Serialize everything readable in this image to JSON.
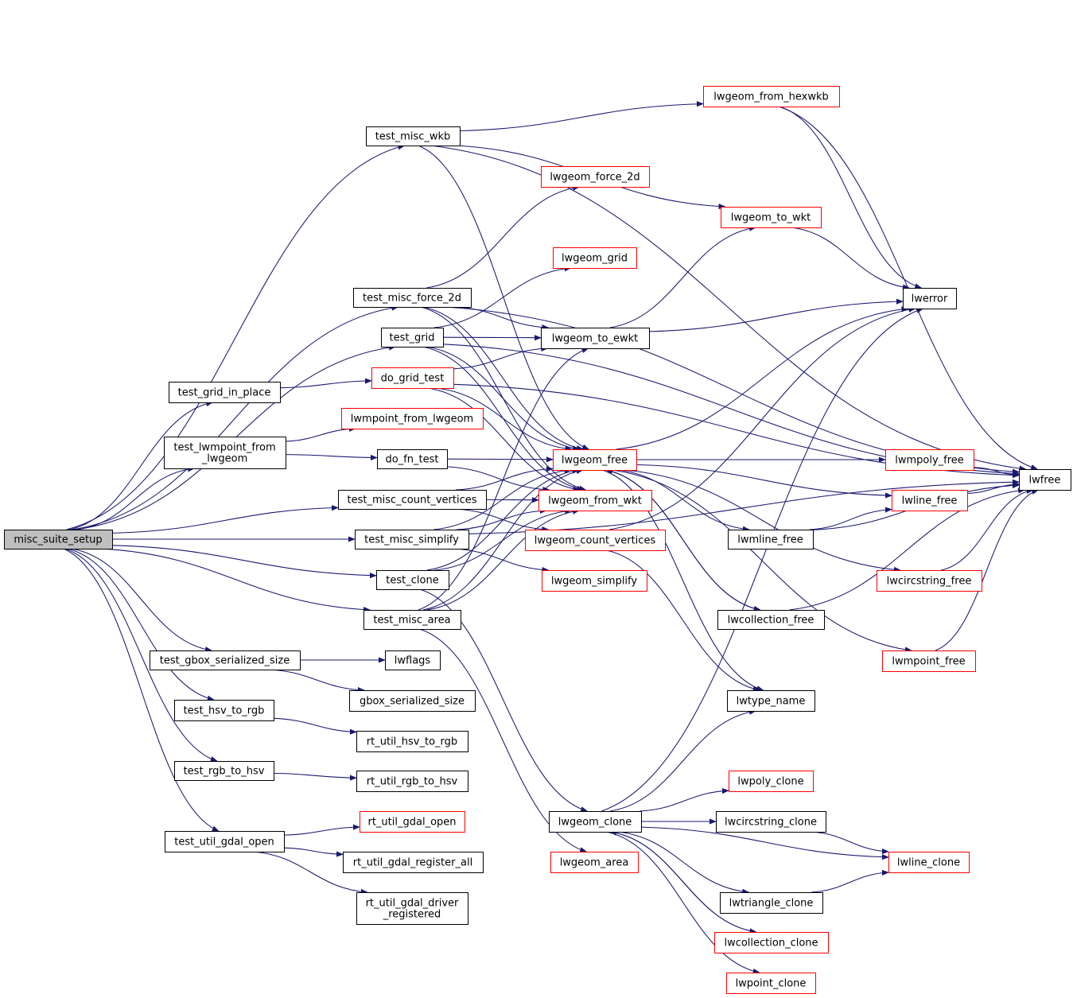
{
  "colors": {
    "edge": "#191970",
    "node_border": "#000000",
    "node_truncated_border": "#ff0000",
    "root_fill": "#bfbfbf",
    "node_fill": "#ffffff"
  },
  "nodes": {
    "misc_suite_setup": {
      "lines": [
        "misc_suite_setup"
      ],
      "style": "root"
    },
    "test_misc_wkb": {
      "lines": [
        "test_misc_wkb"
      ],
      "style": "normal"
    },
    "test_misc_force_2d": {
      "lines": [
        "test_misc_force_2d"
      ],
      "style": "normal"
    },
    "test_grid": {
      "lines": [
        "test_grid"
      ],
      "style": "normal"
    },
    "test_grid_in_place": {
      "lines": [
        "test_grid_in_place"
      ],
      "style": "normal"
    },
    "test_lwmpoint_from_lwgeom": {
      "lines": [
        "test_lwmpoint_from",
        "_lwgeom"
      ],
      "style": "normal"
    },
    "test_misc_count_vertices": {
      "lines": [
        "test_misc_count_vertices"
      ],
      "style": "normal"
    },
    "test_misc_simplify": {
      "lines": [
        "test_misc_simplify"
      ],
      "style": "normal"
    },
    "test_clone": {
      "lines": [
        "test_clone"
      ],
      "style": "normal"
    },
    "test_misc_area": {
      "lines": [
        "test_misc_area"
      ],
      "style": "normal"
    },
    "test_gbox_serialized_size": {
      "lines": [
        "test_gbox_serialized_size"
      ],
      "style": "normal"
    },
    "test_hsv_to_rgb": {
      "lines": [
        "test_hsv_to_rgb"
      ],
      "style": "normal"
    },
    "test_rgb_to_hsv": {
      "lines": [
        "test_rgb_to_hsv"
      ],
      "style": "normal"
    },
    "test_util_gdal_open": {
      "lines": [
        "test_util_gdal_open"
      ],
      "style": "normal"
    },
    "lwgeom_force_2d": {
      "lines": [
        "lwgeom_force_2d"
      ],
      "style": "truncated"
    },
    "lwgeom_grid": {
      "lines": [
        "lwgeom_grid"
      ],
      "style": "truncated"
    },
    "do_grid_test": {
      "lines": [
        "do_grid_test"
      ],
      "style": "truncated"
    },
    "lwmpoint_from_lwgeom": {
      "lines": [
        "lwmpoint_from_lwgeom"
      ],
      "style": "truncated"
    },
    "do_fn_test": {
      "lines": [
        "do_fn_test"
      ],
      "style": "normal"
    },
    "lwflags": {
      "lines": [
        "lwflags"
      ],
      "style": "normal"
    },
    "gbox_serialized_size": {
      "lines": [
        "gbox_serialized_size"
      ],
      "style": "normal"
    },
    "rt_util_hsv_to_rgb": {
      "lines": [
        "rt_util_hsv_to_rgb"
      ],
      "style": "normal"
    },
    "rt_util_rgb_to_hsv": {
      "lines": [
        "rt_util_rgb_to_hsv"
      ],
      "style": "normal"
    },
    "rt_util_gdal_open": {
      "lines": [
        "rt_util_gdal_open"
      ],
      "style": "truncated"
    },
    "rt_util_gdal_register_all": {
      "lines": [
        "rt_util_gdal_register_all"
      ],
      "style": "normal"
    },
    "rt_util_gdal_driver_registered": {
      "lines": [
        "rt_util_gdal_driver",
        "_registered"
      ],
      "style": "normal"
    },
    "lwgeom_to_ewkt": {
      "lines": [
        "lwgeom_to_ewkt"
      ],
      "style": "normal"
    },
    "lwgeom_free": {
      "lines": [
        "lwgeom_free"
      ],
      "style": "truncated"
    },
    "lwgeom_from_wkt": {
      "lines": [
        "lwgeom_from_wkt"
      ],
      "style": "truncated"
    },
    "lwgeom_count_vertices": {
      "lines": [
        "lwgeom_count_vertices"
      ],
      "style": "truncated"
    },
    "lwgeom_simplify": {
      "lines": [
        "lwgeom_simplify"
      ],
      "style": "truncated"
    },
    "lwgeom_clone": {
      "lines": [
        "lwgeom_clone"
      ],
      "style": "normal"
    },
    "lwgeom_area": {
      "lines": [
        "lwgeom_area"
      ],
      "style": "truncated"
    },
    "lwgeom_from_hexwkb": {
      "lines": [
        "lwgeom_from_hexwkb"
      ],
      "style": "truncated"
    },
    "lwgeom_to_wkt": {
      "lines": [
        "lwgeom_to_wkt"
      ],
      "style": "truncated"
    },
    "lwerror": {
      "lines": [
        "lwerror"
      ],
      "style": "normal"
    },
    "lwmline_free": {
      "lines": [
        "lwmline_free"
      ],
      "style": "normal"
    },
    "lwcollection_free": {
      "lines": [
        "lwcollection_free"
      ],
      "style": "normal"
    },
    "lwtype_name": {
      "lines": [
        "lwtype_name"
      ],
      "style": "normal"
    },
    "lwpoly_clone": {
      "lines": [
        "lwpoly_clone"
      ],
      "style": "truncated"
    },
    "lwcircstring_clone": {
      "lines": [
        "lwcircstring_clone"
      ],
      "style": "normal"
    },
    "lwtriangle_clone": {
      "lines": [
        "lwtriangle_clone"
      ],
      "style": "normal"
    },
    "lwcollection_clone": {
      "lines": [
        "lwcollection_clone"
      ],
      "style": "truncated"
    },
    "lwpoint_clone": {
      "lines": [
        "lwpoint_clone"
      ],
      "style": "truncated"
    },
    "lwmpoly_free": {
      "lines": [
        "lwmpoly_free"
      ],
      "style": "truncated"
    },
    "lwline_free": {
      "lines": [
        "lwline_free"
      ],
      "style": "truncated"
    },
    "lwcircstring_free": {
      "lines": [
        "lwcircstring_free"
      ],
      "style": "truncated"
    },
    "lwmpoint_free": {
      "lines": [
        "lwmpoint_free"
      ],
      "style": "truncated"
    },
    "lwline_clone": {
      "lines": [
        "lwline_clone"
      ],
      "style": "truncated"
    },
    "lwfree": {
      "lines": [
        "lwfree"
      ],
      "style": "normal"
    }
  },
  "edges": [
    [
      "misc_suite_setup",
      "test_misc_wkb"
    ],
    [
      "misc_suite_setup",
      "test_misc_force_2d"
    ],
    [
      "misc_suite_setup",
      "test_grid"
    ],
    [
      "misc_suite_setup",
      "test_grid_in_place"
    ],
    [
      "misc_suite_setup",
      "test_lwmpoint_from_lwgeom"
    ],
    [
      "misc_suite_setup",
      "test_misc_count_vertices"
    ],
    [
      "misc_suite_setup",
      "test_misc_simplify"
    ],
    [
      "misc_suite_setup",
      "test_clone"
    ],
    [
      "misc_suite_setup",
      "test_misc_area"
    ],
    [
      "misc_suite_setup",
      "test_gbox_serialized_size"
    ],
    [
      "misc_suite_setup",
      "test_hsv_to_rgb"
    ],
    [
      "misc_suite_setup",
      "test_rgb_to_hsv"
    ],
    [
      "misc_suite_setup",
      "test_util_gdal_open"
    ],
    [
      "test_misc_wkb",
      "lwgeom_from_hexwkb"
    ],
    [
      "test_misc_wkb",
      "lwgeom_to_wkt"
    ],
    [
      "test_misc_wkb",
      "lwgeom_free"
    ],
    [
      "test_misc_wkb",
      "lwfree"
    ],
    [
      "test_misc_force_2d",
      "lwgeom_force_2d"
    ],
    [
      "test_misc_force_2d",
      "lwgeom_to_ewkt"
    ],
    [
      "test_misc_force_2d",
      "lwgeom_free"
    ],
    [
      "test_misc_force_2d",
      "lwgeom_from_wkt"
    ],
    [
      "test_misc_force_2d",
      "lwfree"
    ],
    [
      "test_grid",
      "lwgeom_grid"
    ],
    [
      "test_grid",
      "lwgeom_to_ewkt"
    ],
    [
      "test_grid",
      "lwgeom_free"
    ],
    [
      "test_grid",
      "lwgeom_from_wkt"
    ],
    [
      "test_grid",
      "lwfree"
    ],
    [
      "test_grid_in_place",
      "do_grid_test"
    ],
    [
      "do_grid_test",
      "lwgeom_to_ewkt"
    ],
    [
      "do_grid_test",
      "lwgeom_free"
    ],
    [
      "do_grid_test",
      "lwgeom_from_wkt"
    ],
    [
      "do_grid_test",
      "lwfree"
    ],
    [
      "test_lwmpoint_from_lwgeom",
      "lwmpoint_from_lwgeom"
    ],
    [
      "test_lwmpoint_from_lwgeom",
      "do_fn_test"
    ],
    [
      "do_fn_test",
      "lwgeom_free"
    ],
    [
      "do_fn_test",
      "lwgeom_from_wkt"
    ],
    [
      "test_misc_count_vertices",
      "lwgeom_free"
    ],
    [
      "test_misc_count_vertices",
      "lwgeom_from_wkt"
    ],
    [
      "test_misc_count_vertices",
      "lwgeom_count_vertices"
    ],
    [
      "test_misc_simplify",
      "lwgeom_free"
    ],
    [
      "test_misc_simplify",
      "lwgeom_from_wkt"
    ],
    [
      "test_misc_simplify",
      "lwgeom_simplify"
    ],
    [
      "test_misc_simplify",
      "lwfree"
    ],
    [
      "test_clone",
      "lwgeom_clone"
    ],
    [
      "test_clone",
      "lwgeom_free"
    ],
    [
      "test_clone",
      "lwgeom_from_wkt"
    ],
    [
      "test_misc_area",
      "lwgeom_area"
    ],
    [
      "test_misc_area",
      "lwgeom_free"
    ],
    [
      "test_misc_area",
      "lwgeom_from_wkt"
    ],
    [
      "test_misc_area",
      "lwgeom_to_ewkt"
    ],
    [
      "test_gbox_serialized_size",
      "lwflags"
    ],
    [
      "test_gbox_serialized_size",
      "gbox_serialized_size"
    ],
    [
      "test_hsv_to_rgb",
      "rt_util_hsv_to_rgb"
    ],
    [
      "test_rgb_to_hsv",
      "rt_util_rgb_to_hsv"
    ],
    [
      "test_util_gdal_open",
      "rt_util_gdal_open"
    ],
    [
      "test_util_gdal_open",
      "rt_util_gdal_register_all"
    ],
    [
      "test_util_gdal_open",
      "rt_util_gdal_driver_registered"
    ],
    [
      "lwgeom_to_ewkt",
      "lwgeom_to_wkt"
    ],
    [
      "lwgeom_to_ewkt",
      "lwerror"
    ],
    [
      "lwgeom_from_hexwkb",
      "lwerror"
    ],
    [
      "lwgeom_from_hexwkb",
      "lwfree"
    ],
    [
      "lwgeom_to_wkt",
      "lwerror"
    ],
    [
      "lwgeom_free",
      "lwerror"
    ],
    [
      "lwgeom_free",
      "lwmpoly_free"
    ],
    [
      "lwgeom_free",
      "lwline_free"
    ],
    [
      "lwgeom_free",
      "lwmline_free"
    ],
    [
      "lwgeom_free",
      "lwcircstring_free"
    ],
    [
      "lwgeom_free",
      "lwcollection_free"
    ],
    [
      "lwgeom_free",
      "lwmpoint_free"
    ],
    [
      "lwgeom_free",
      "lwtype_name"
    ],
    [
      "lwgeom_count_vertices",
      "lwerror"
    ],
    [
      "lwgeom_count_vertices",
      "lwtype_name"
    ],
    [
      "lwmline_free",
      "lwline_free"
    ],
    [
      "lwmline_free",
      "lwfree"
    ],
    [
      "lwcollection_free",
      "lwgeom_free"
    ],
    [
      "lwcollection_free",
      "lwfree"
    ],
    [
      "lwmpoly_free",
      "lwfree"
    ],
    [
      "lwline_free",
      "lwfree"
    ],
    [
      "lwcircstring_free",
      "lwfree"
    ],
    [
      "lwmpoint_free",
      "lwfree"
    ],
    [
      "lwgeom_clone",
      "lwerror"
    ],
    [
      "lwgeom_clone",
      "lwtype_name"
    ],
    [
      "lwgeom_clone",
      "lwpoly_clone"
    ],
    [
      "lwgeom_clone",
      "lwcircstring_clone"
    ],
    [
      "lwgeom_clone",
      "lwline_clone"
    ],
    [
      "lwgeom_clone",
      "lwtriangle_clone"
    ],
    [
      "lwgeom_clone",
      "lwcollection_clone"
    ],
    [
      "lwgeom_clone",
      "lwpoint_clone"
    ],
    [
      "lwcircstring_clone",
      "lwline_clone"
    ],
    [
      "lwtriangle_clone",
      "lwline_clone"
    ],
    [
      "lwcollection_clone",
      "lwgeom_clone"
    ]
  ]
}
